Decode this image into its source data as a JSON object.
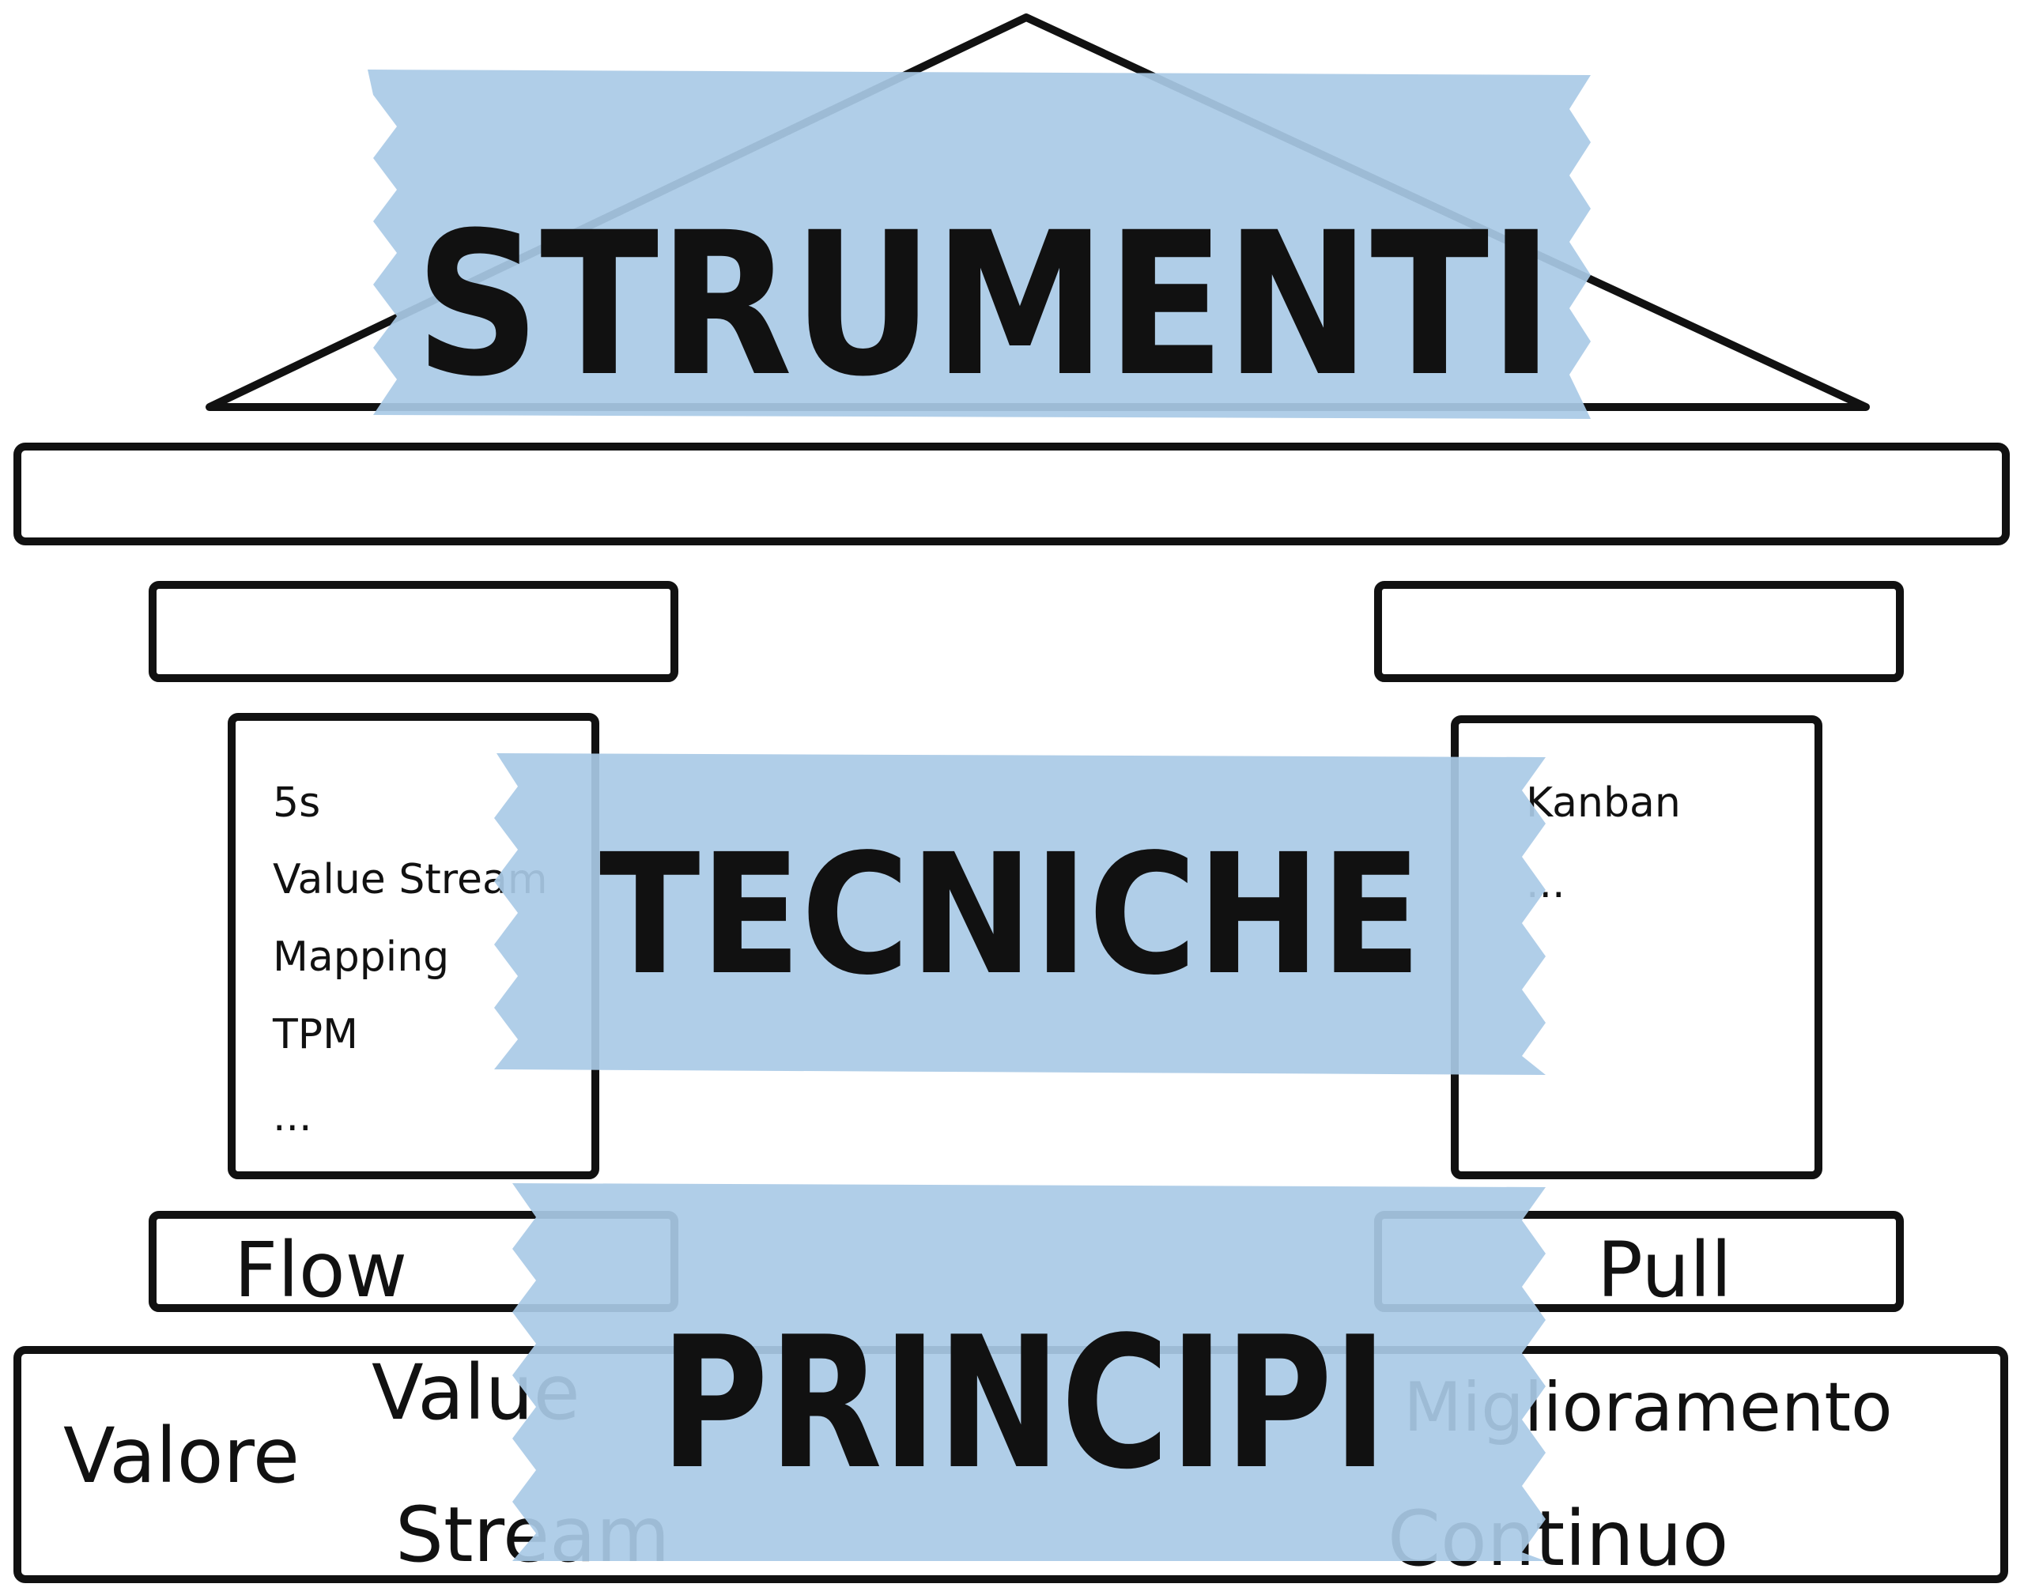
{
  "colors": {
    "ink": "#111111",
    "tape": "#a9cae6",
    "background": "#ffffff"
  },
  "tapes": {
    "top": "STRUMENTI",
    "middle": "TECNICHE",
    "bottom": "PRINCIPI"
  },
  "left_pillar": {
    "items": [
      "5s",
      "Value Stream",
      "Mapping",
      "TPM",
      "..."
    ],
    "base_label": "Flow"
  },
  "right_pillar": {
    "items": [
      "Kanban",
      "..."
    ],
    "base_label": "Pull"
  },
  "foundation": {
    "valore": "Valore",
    "value_stream_line1": "Value",
    "value_stream_line2": "Stream",
    "miglioramento_line1": "Miglioramento",
    "miglioramento_line2": "Continuo"
  }
}
